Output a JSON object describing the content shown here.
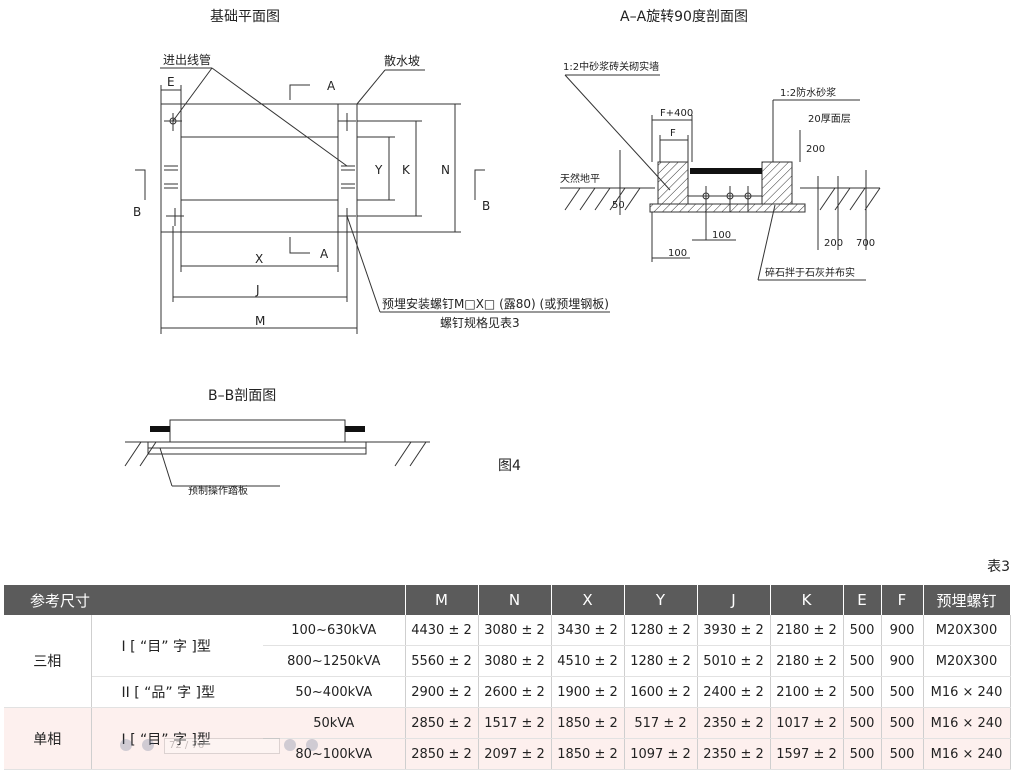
{
  "drawings": {
    "plan_title": "基础平面图",
    "section_aa_title": "A–A旋转90度剖面图",
    "section_bb_title": "B–B剖面图",
    "figure_label": "图4",
    "plan_labels": {
      "conduit": "进出线管",
      "apron": "散水坡",
      "cut_a": "A",
      "cut_b": "B",
      "dim_e": "E",
      "dim_x": "X",
      "dim_j": "J",
      "dim_m": "M",
      "dim_y": "Y",
      "dim_k": "K",
      "dim_n": "N",
      "bolt_note_1": "预埋安装螺钉M□X□ (露80) (或预埋钢板)",
      "bolt_note_2": "螺钉规格见表3"
    },
    "section_labels": {
      "mortar_wall": "1:2中砂浆砖关砌实墙",
      "waterproof": "1:2防水砂浆",
      "surface": "20厚面层",
      "ground": "天然地平",
      "dim_f400": "F+400",
      "dim_f": "F",
      "dim_200_top": "200",
      "dim_50": "50",
      "dim_100_a": "100",
      "dim_100_b": "100",
      "dim_200_bottom": "200",
      "dim_700": "700",
      "gravel": "碎石拌于石灰并布实"
    },
    "bb_labels": {
      "plate": "预制操作踏板"
    }
  },
  "table": {
    "label": "表3",
    "header_first": "参考尺寸",
    "columns": [
      "M",
      "N",
      "X",
      "Y",
      "J",
      "K",
      "E",
      "F",
      "预埋螺钉"
    ],
    "rows": [
      {
        "cat": "三相",
        "type": "I [ “目” 字 ]型",
        "cap": "100~630kVA",
        "vals": [
          "4430 ± 2",
          "3080 ± 2",
          "3430 ± 2",
          "1280 ± 2",
          "3930 ± 2",
          "2180 ± 2",
          "500",
          "900",
          "M20X300"
        ]
      },
      {
        "cat": "",
        "type": "",
        "cap": "800~1250kVA",
        "vals": [
          "5560 ± 2",
          "3080 ± 2",
          "4510 ± 2",
          "1280 ± 2",
          "5010 ± 2",
          "2180 ± 2",
          "500",
          "900",
          "M20X300"
        ]
      },
      {
        "cat": "",
        "type": "II [ “品” 字 ]型",
        "cap": "50~400kVA",
        "vals": [
          "2900 ± 2",
          "2600 ± 2",
          "1900 ± 2",
          "1600 ± 2",
          "2400 ± 2",
          "2100 ± 2",
          "500",
          "500",
          "M16 × 240"
        ]
      },
      {
        "cat": "单相",
        "type": "I [ “目” 字 ]型",
        "cap": "50kVA",
        "vals": [
          "2850 ± 2",
          "1517 ± 2",
          "1850 ± 2",
          "517 ± 2",
          "2350 ± 2",
          "1017 ± 2",
          "500",
          "500",
          "M16 × 240"
        ]
      },
      {
        "cat": "",
        "type": "",
        "cap": "80~100kVA",
        "vals": [
          "2850 ± 2",
          "2097 ± 2",
          "1850 ± 2",
          "1097 ± 2",
          "2350 ± 2",
          "1597 ± 2",
          "500",
          "500",
          "M16 × 240"
        ]
      }
    ]
  },
  "viewer": {
    "page_indicator": "72 / 76"
  }
}
